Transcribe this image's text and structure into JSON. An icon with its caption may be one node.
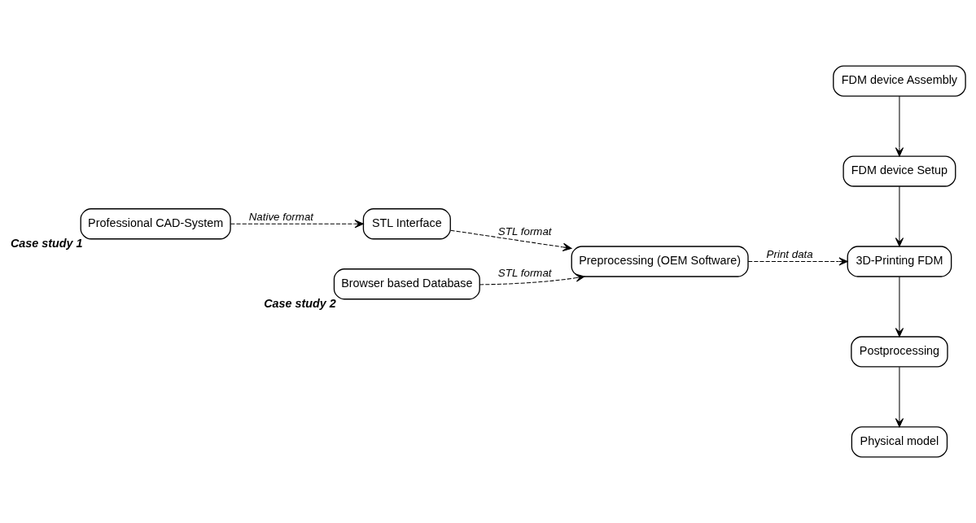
{
  "diagram": {
    "nodes": [
      {
        "text": [
          "Professional CAD-System"
        ],
        "beside": [
          "Case study 1"
        ]
      },
      {
        "text": [
          "STL Interface"
        ]
      },
      {
        "text": [
          "Preprocessing (OEM Software)"
        ]
      },
      {
        "text": [
          "Browser based Database"
        ],
        "beside": [
          "Case study 2"
        ]
      },
      {
        "text": [
          "FDM device Assembly"
        ]
      },
      {
        "text": [
          "FDM device Setup"
        ]
      },
      {
        "text": [
          "3D-Printing FDM"
        ]
      },
      {
        "text": [
          "Postprocessing"
        ]
      },
      {
        "text": [
          "Physical model"
        ]
      }
    ],
    "edges": [
      {
        "from": 0,
        "to": 1,
        "arrow": "to",
        "label": "Native format",
        "style": "dashed"
      },
      {
        "from": 1,
        "to": 2,
        "arrow": "to",
        "label": "STL format",
        "style": "dashed"
      },
      {
        "from": 3,
        "to": 2,
        "arrow": "to",
        "label": "STL format",
        "style": "dashed"
      },
      {
        "from": 2,
        "to": 6,
        "arrow": "to",
        "label": "Print data",
        "style": "dashed"
      },
      {
        "from": 4,
        "to": 5,
        "arrow": "to"
      },
      {
        "from": 5,
        "to": 6,
        "arrow": "to"
      },
      {
        "from": 6,
        "to": 7,
        "arrow": "to"
      },
      {
        "from": 7,
        "to": 8,
        "arrow": "to"
      }
    ]
  }
}
